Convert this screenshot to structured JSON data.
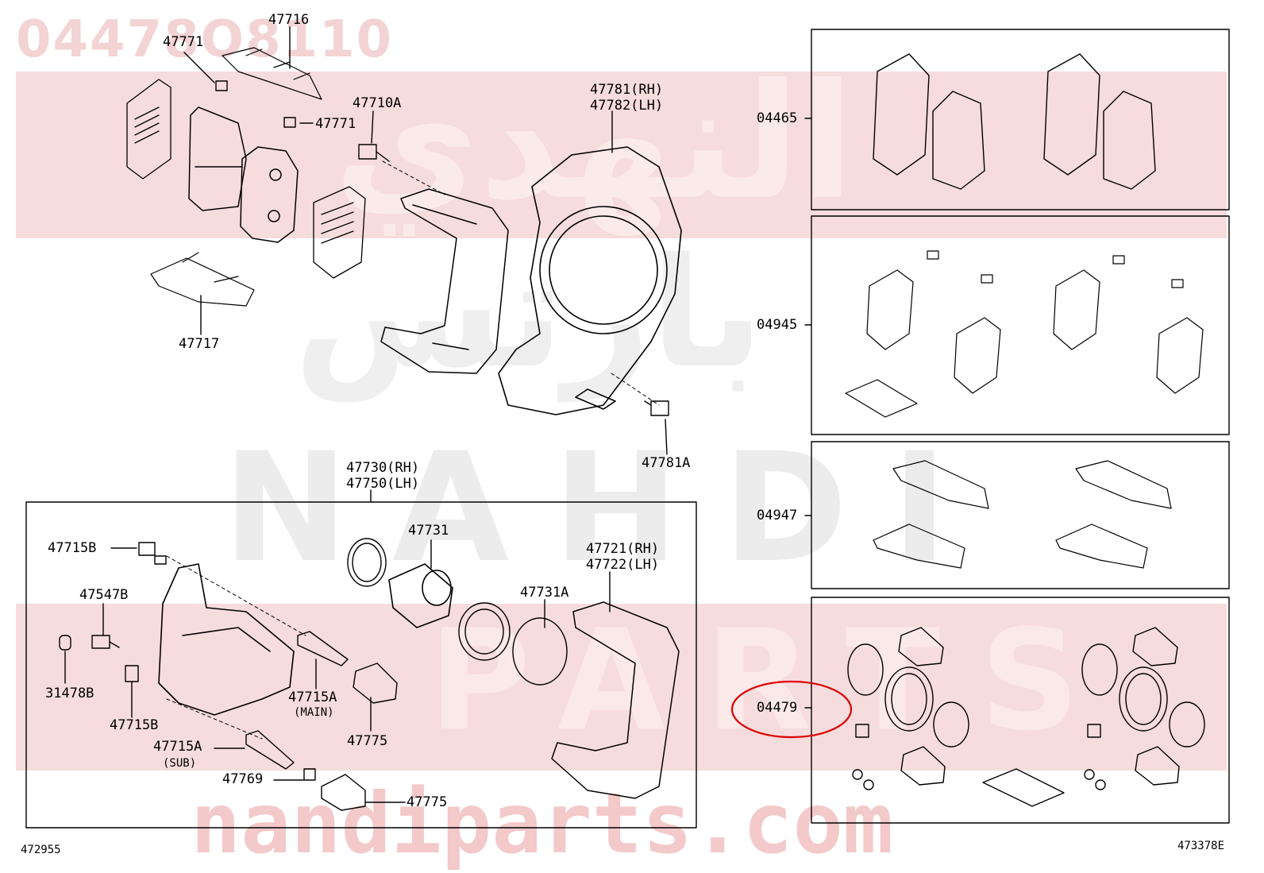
{
  "diagram": {
    "part_number_watermark": "04478O8110",
    "watermarks": {
      "arabic_top": "النهدي",
      "arabic_mid": "بارتس",
      "brand": "NAHDI",
      "parts": "PARTS",
      "site": "nandiparts.com"
    },
    "labels": {
      "p47771a": "47771",
      "p47716": "47716",
      "p47771b": "47771",
      "p47710A": "47710A",
      "p47717": "47717",
      "p47781": "47781(RH)",
      "p47782": "47782(LH)",
      "p47781A": "47781A",
      "p47730": "47730(RH)",
      "p47750": "47750(LH)",
      "p47715B_top": "47715B",
      "p47547B": "47547B",
      "p31478B": "31478B",
      "p47715B_bot": "47715B",
      "p47715A_main": "47715A",
      "p_main": "(MAIN)",
      "p47715A_sub": "47715A",
      "p_sub": "(SUB)",
      "p47769": "47769",
      "p47731": "47731",
      "p47775a": "47775",
      "p47775b": "47775",
      "p47731A": "47731A",
      "p47721": "47721(RH)",
      "p47722": "47722(LH)",
      "p04465": "04465",
      "p04945": "04945",
      "p04947": "04947",
      "p04479": "04479"
    },
    "footer": {
      "left_code": "472955",
      "right_code": "473378E"
    },
    "colors": {
      "highlight": "#e00000",
      "watermark": "#f2cfcf",
      "line": "#000000"
    }
  }
}
